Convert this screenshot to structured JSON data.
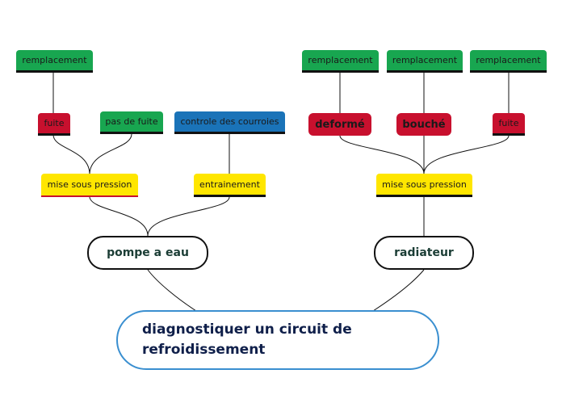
{
  "root": {
    "label": "diagnostiquer un circuit de refroidissement"
  },
  "pompe": {
    "label": "pompe a eau",
    "mise_sous_pression": "mise sous pression",
    "entrainement": "entrainement",
    "fuite": "fuite",
    "pas_de_fuite": "pas de fuite",
    "controle_courroies": "controle des courroies",
    "remplacement": "remplacement"
  },
  "radiateur": {
    "label": "radiateur",
    "mise_sous_pression": "mise sous pression",
    "deforme": "deformé",
    "bouche": "bouché",
    "fuite": "fuite",
    "remplacement_1": "remplacement",
    "remplacement_2": "remplacement",
    "remplacement_3": "remplacement"
  },
  "colors": {
    "green": "#18a650",
    "red": "#c8102e",
    "yellow": "#ffe600",
    "blue": "#1a73b8",
    "root_border": "#3a8fd0"
  }
}
